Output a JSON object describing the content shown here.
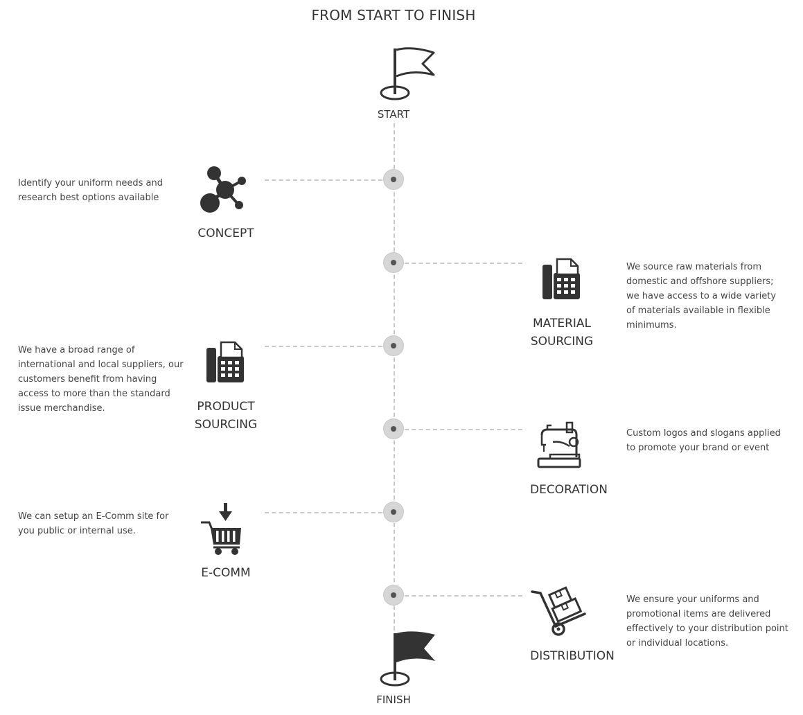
{
  "title": "FROM START TO FINISH",
  "start_label": "START",
  "finish_label": "FINISH",
  "steps": [
    {
      "label": "CONCEPT",
      "icon": "molecule-icon",
      "description": "Identify your uniform needs and research best options available"
    },
    {
      "label": "MATERIAL SOURCING",
      "icon": "fax-machine-icon",
      "description": "We source raw materials from domestic and offshore suppliers; we have access to a wide variety of materials available in flexible minimums."
    },
    {
      "label": "PRODUCT SOURCING",
      "icon": "fax-machine-icon",
      "description": "We have a broad range of international and local suppliers, our customers benefit from having access to more than the standard issue merchandise."
    },
    {
      "label": "DECORATION",
      "icon": "sewing-machine-icon",
      "description": "Custom logos and slogans applied to promote your brand or event"
    },
    {
      "label": "E-COMM",
      "icon": "shopping-cart-icon",
      "description": "We can setup an E-Comm site for you public or internal use."
    },
    {
      "label": "DISTRIBUTION",
      "icon": "hand-truck-icon",
      "description": "We ensure your uniforms and promotional items are delivered effectively to your distribution point or individual locations."
    }
  ],
  "colors": {
    "icon": "#333333",
    "line": "#c8c8c8",
    "node": "#d6d6d6"
  }
}
